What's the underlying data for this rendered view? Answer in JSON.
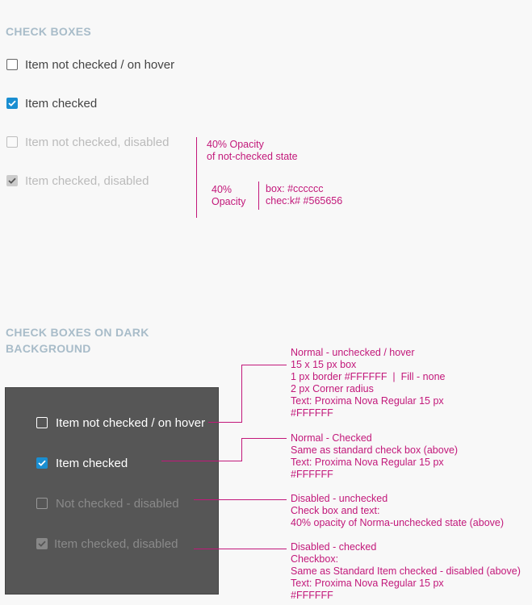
{
  "light_section": {
    "title": "CHECK BOXES",
    "items": [
      {
        "label": "Item not checked / on hover",
        "state": "unchecked"
      },
      {
        "label": "Item checked",
        "state": "checked"
      },
      {
        "label": "Item not checked, disabled",
        "state": "disabled-unchecked"
      },
      {
        "label": "Item checked, disabled",
        "state": "disabled-checked"
      }
    ],
    "annotations": {
      "opacity_line1": "40% Opacity",
      "opacity_line2": "of not-checked state",
      "opacity2_line1": "40%",
      "opacity2_line2": "Opacity",
      "colors_line1": "box: #cccccc",
      "colors_line2": "chec:k# #565656"
    }
  },
  "dark_section": {
    "title_line1": "CHECK BOXES ON DARK",
    "title_line2": "BACKGROUND",
    "items": [
      {
        "label": "Item not checked / on hover",
        "state": "unchecked"
      },
      {
        "label": "Item checked",
        "state": "checked"
      },
      {
        "label": "Not checked - disabled",
        "state": "disabled-unchecked"
      },
      {
        "label": "Item checked, disabled",
        "state": "disabled-checked"
      }
    ],
    "notes": {
      "normal_unchecked": [
        "Normal - unchecked / hover",
        "15 x 15 px box",
        "1 px border #FFFFFF  |  Fill - none",
        "2 px Corner radius",
        "Text: Proxima Nova Regular 15 px",
        "#FFFFFF"
      ],
      "normal_checked": [
        "Normal - Checked",
        "Same as standard check box (above)",
        "Text: Proxima Nova Regular 15 px",
        "#FFFFFF"
      ],
      "disabled_unchecked": [
        "Disabled - unchecked",
        "Check box and text:",
        "40% opacity of Norma-unchecked state (above)"
      ],
      "disabled_checked": [
        "Disabled - checked",
        "Checkbox:",
        "Same as Standard Item checked - disabled (above)",
        "Text: Proxima Nova Regular 15 px",
        "#FFFFFF"
      ]
    }
  },
  "colors": {
    "accent": "#1a8ed1",
    "annotation": "#c2187a",
    "title": "#a8bcc9",
    "dark_panel": "#565656"
  }
}
